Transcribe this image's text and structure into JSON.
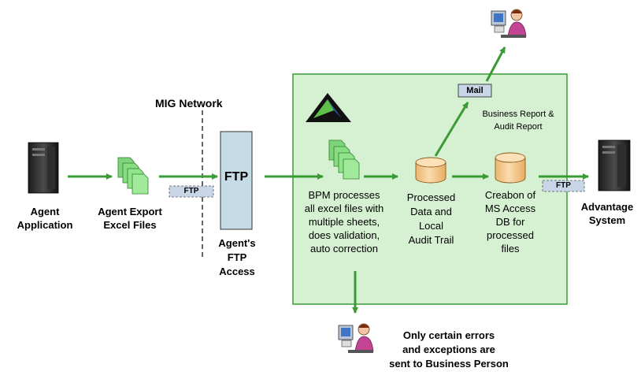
{
  "diagram": {
    "mig_network_label": "MIG Network",
    "agent_application_label": "Agent\nApplication",
    "agent_export_label": "Agent Export\nExcel Files",
    "ftp_tag_left": "FTP",
    "ftp_box_label": "FTP",
    "agent_ftp_access_label": "Agent's\nFTP\nAccess",
    "bpm_processes_label": "BPM processes\nall excel files  with\nmultiple sheets,\ndoes validation,\nauto correction",
    "processed_data_label": "Processed\nData and\nLocal\nAudit Trail",
    "creation_label": "Creabon of\nMS Access\nDB for\nprocessed\nfiles",
    "mail_tag": "Mail",
    "business_report_label": "Business Report &\nAudit Report",
    "ftp_tag_right": "FTP",
    "advantage_system_label": "Advantage\nSystem",
    "errors_note_label": "Only certain errors\nand exceptions are\nsent to Business Person",
    "colors": {
      "arrow_green": "#3a9a35",
      "panel_fill": "#d6f1d2",
      "panel_border": "#3a9a35",
      "cylinder_fill": "#f6cf9a",
      "ftp_box_fill": "#c5dce6",
      "tag_fill": "#c9d6e8"
    }
  }
}
